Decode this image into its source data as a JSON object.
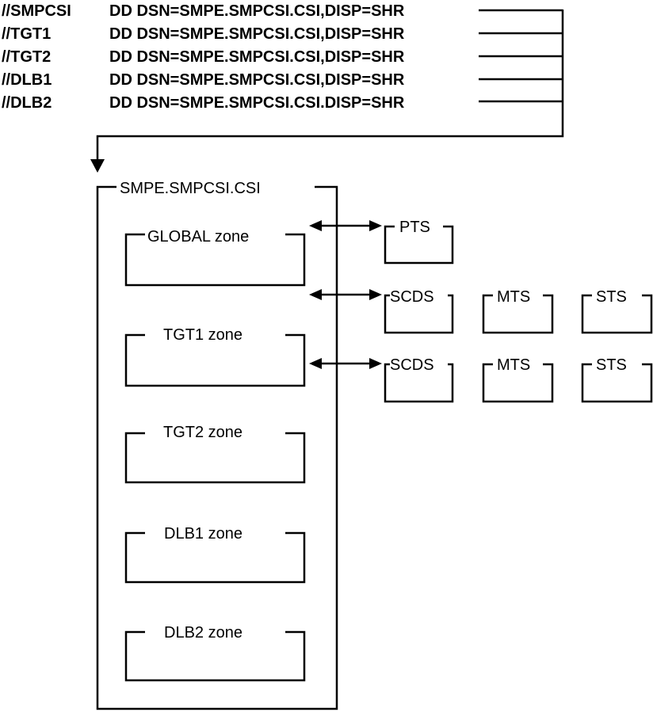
{
  "jcl_statements": [
    {
      "ddname": "//SMPCSI",
      "dd": "DD DSN=SMPE.SMPCSI.CSI,DISP=SHR"
    },
    {
      "ddname": "//TGT1",
      "dd": "DD DSN=SMPE.SMPCSI.CSI,DISP=SHR"
    },
    {
      "ddname": "//TGT2",
      "dd": "DD DSN=SMPE.SMPCSI.CSI,DISP=SHR"
    },
    {
      "ddname": "//DLB1",
      "dd": "DD DSN=SMPE.SMPCSI.CSI,DISP=SHR"
    },
    {
      "ddname": "//DLB2",
      "dd": "DD DSN=SMPE.SMPCSI.CSI.DISP=SHR"
    }
  ],
  "csi": {
    "title": "SMPE.SMPCSI.CSI",
    "zones": [
      "GLOBAL zone",
      "TGT1 zone",
      "TGT2 zone",
      "DLB1 zone",
      "DLB2 zone"
    ]
  },
  "global_datasets": [
    "PTS",
    "SCDS",
    "MTS",
    "STS"
  ],
  "tgt1_datasets": [
    "SCDS",
    "MTS",
    "STS"
  ],
  "colors": {
    "line": "#000000",
    "background": "#ffffff"
  }
}
